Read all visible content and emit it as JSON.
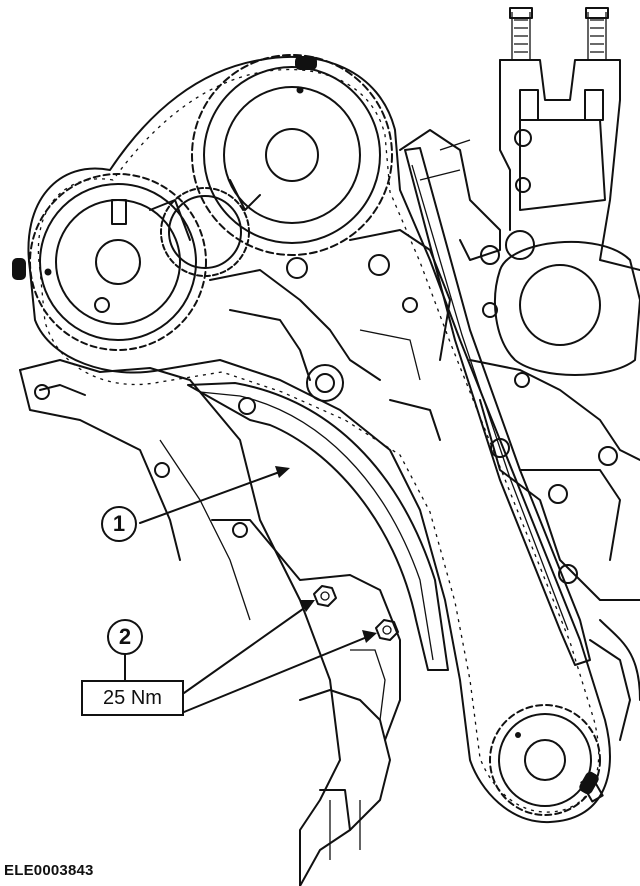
{
  "callouts": [
    {
      "number": "1"
    },
    {
      "number": "2",
      "torque": "25 Nm"
    }
  ],
  "figure_id": "ELE0003843"
}
